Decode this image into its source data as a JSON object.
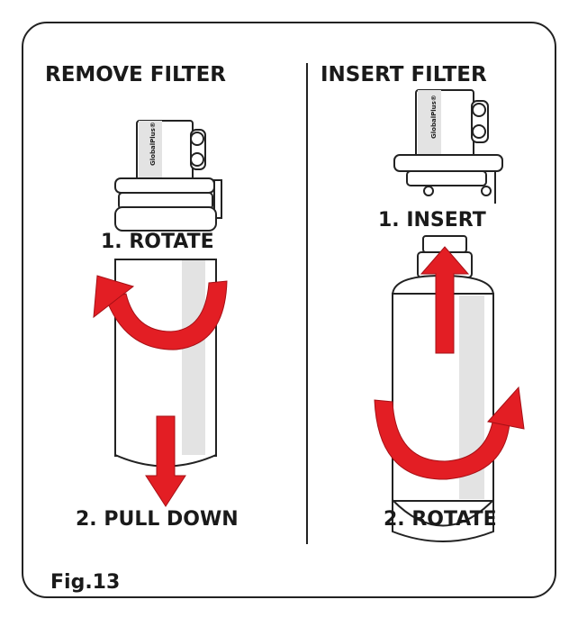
{
  "figure": {
    "label": "Fig.13"
  },
  "brand_text": "GlobalPlus®",
  "panels": [
    {
      "title": "REMOVE FILTER",
      "steps": [
        "1. ROTATE",
        "2. PULL DOWN"
      ]
    },
    {
      "title": "INSERT FILTER",
      "steps": [
        "1. INSERT",
        "2. ROTATE"
      ]
    }
  ],
  "colors": {
    "arrow": "#e31e24",
    "outline": "#222222",
    "shade": "#e3e3e3"
  },
  "icons": [
    "rotate-ccw-arrow",
    "down-arrow",
    "up-arrow",
    "rotate-cw-arrow"
  ]
}
